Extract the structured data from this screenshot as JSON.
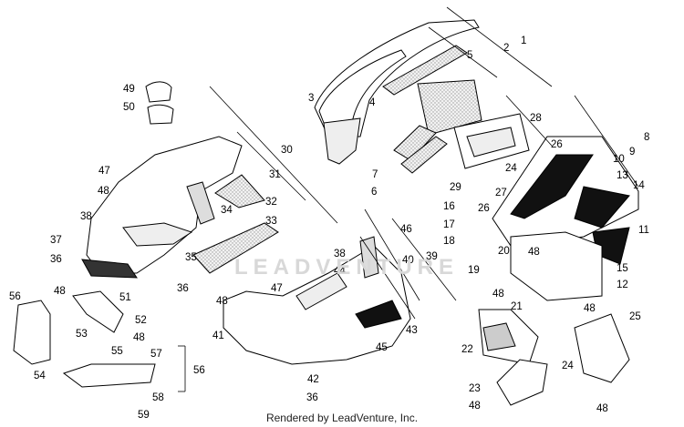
{
  "credit": "Rendered by LeadVenture, Inc.",
  "watermark": "LEADVENTURE",
  "callouts": [
    "1",
    "2",
    "3",
    "4",
    "5",
    "6",
    "7",
    "8",
    "9",
    "10",
    "11",
    "12",
    "13",
    "14",
    "15",
    "16",
    "17",
    "18",
    "19",
    "20",
    "21",
    "22",
    "23",
    "24",
    "25",
    "26",
    "27",
    "28",
    "29",
    "30",
    "31",
    "32",
    "33",
    "34",
    "35",
    "36",
    "37",
    "38",
    "39",
    "40",
    "41",
    "42",
    "43",
    "44",
    "45",
    "46",
    "47",
    "48",
    "49",
    "50",
    "51",
    "52",
    "53",
    "54",
    "55",
    "56",
    "57",
    "58",
    "59"
  ]
}
